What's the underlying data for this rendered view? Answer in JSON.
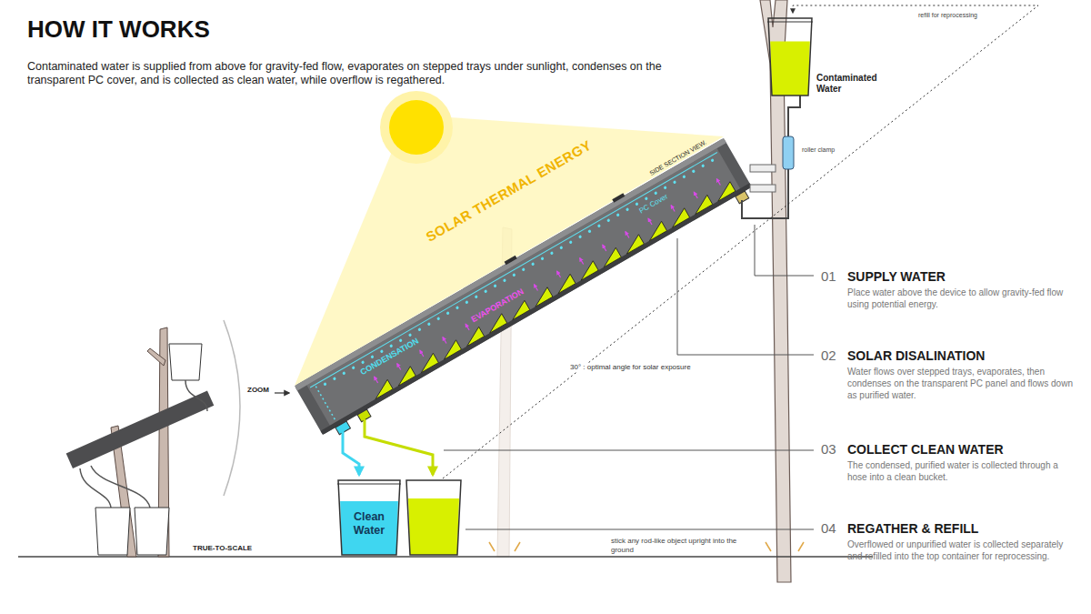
{
  "diagram": {
    "title": "HOW IT WORKS",
    "caption": "Contaminated water is supplied from above for gravity-fed flow, evaporates on stepped trays under sunlight, condenses on the transparent PC cover, and is collected as clean water, while overflow is regathered.",
    "nodes": [
      {
        "text": [
          "Contaminated Water"
        ]
      },
      {
        "text": [
          "Clean Water"
        ]
      }
    ],
    "labels": [
      "SOLAR THERMAL ENERGY",
      "SIDE SECTION VIEW.",
      "PC Cover",
      "CONDENSATION",
      "EVAPORATION",
      "30° : optimal angle for solar exposure",
      "refill for reprocessing",
      "roller clamp",
      "ZOOM",
      "TRUE-TO-SCALE",
      "stick any rod-like object upright into the ground",
      "01",
      "SUPPLY WATER",
      "Place water above the device to allow gravity-fed flow using potential energy.",
      "02",
      "SOLAR DISALINATION",
      "Water flows over stepped trays, evaporates, then condenses on the transparent PC panel and flows down as purified water.",
      "03",
      "COLLECT CLEAN WATER",
      "The condensed, purified water is collected through a hose into a clean bucket.",
      "04",
      "REGATHER & REFILL",
      "Overflowed or unpurified water is collected separately and refilled into the top container for reprocessing."
    ]
  }
}
